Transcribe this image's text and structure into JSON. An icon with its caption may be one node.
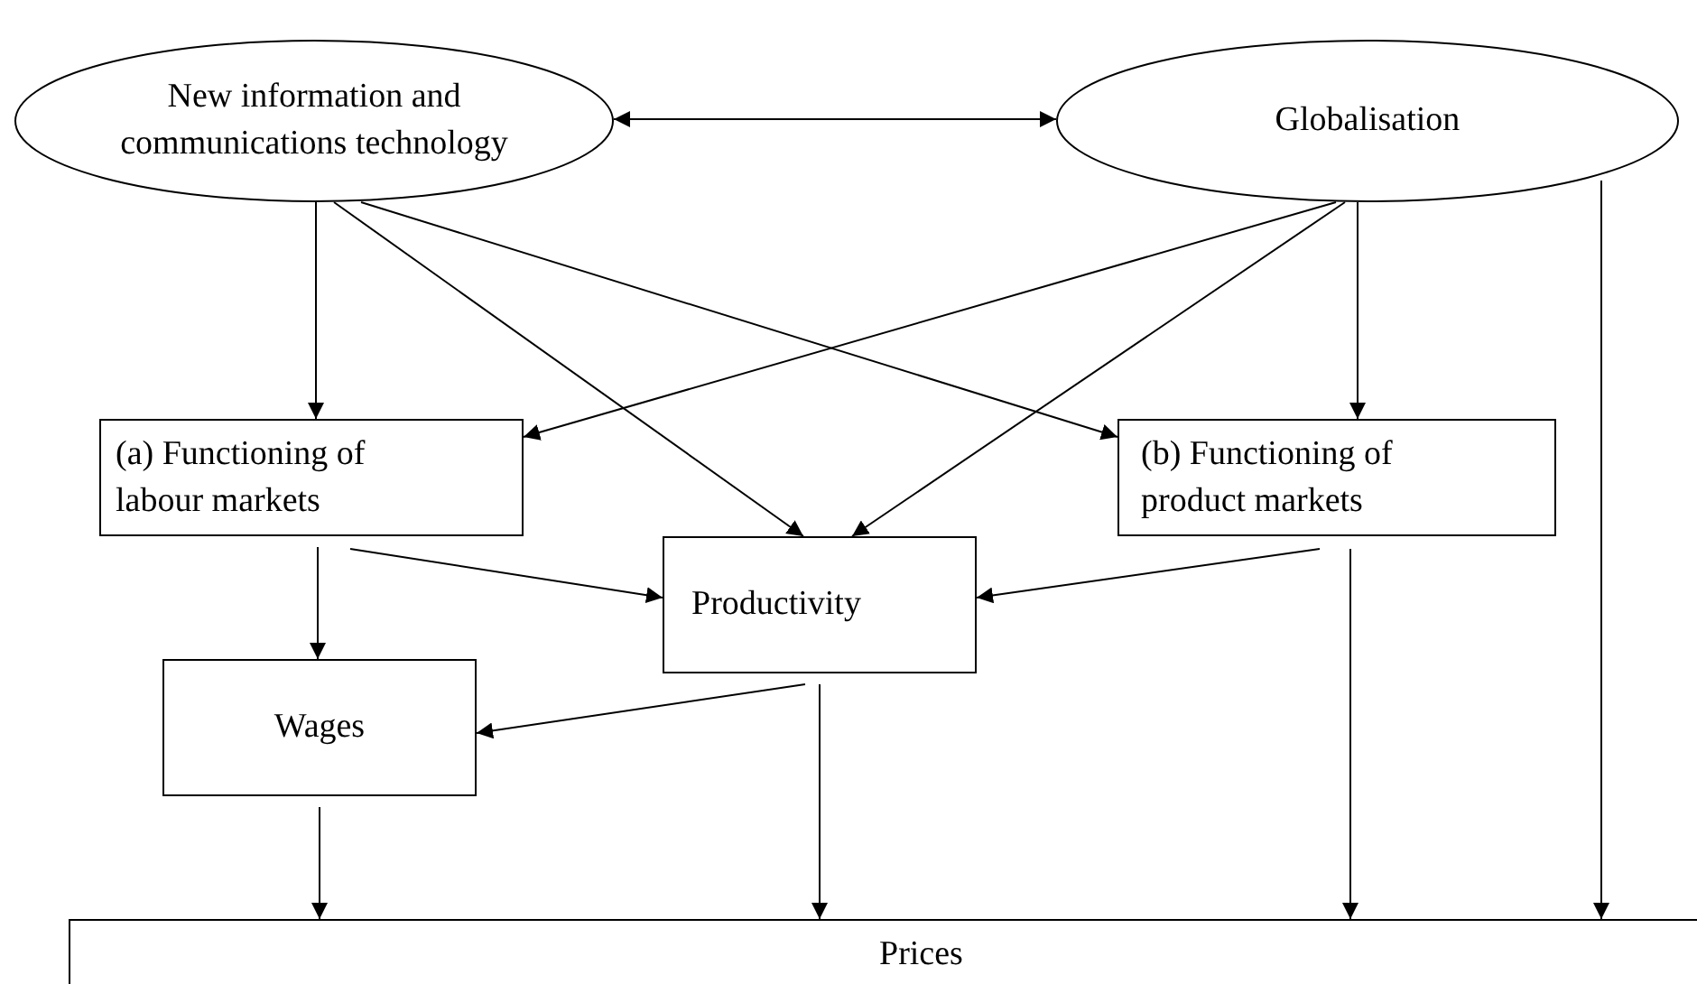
{
  "diagram": {
    "nodes": [
      {
        "text": [
          "New information and communications technology"
        ]
      },
      {
        "text": [
          "Globalisation"
        ]
      },
      {
        "text": [
          "(a) Functioning of labour markets"
        ]
      },
      {
        "text": [
          "(b) Functioning of product markets"
        ]
      },
      {
        "text": [
          "Productivity"
        ]
      },
      {
        "text": [
          "Wages"
        ]
      },
      {
        "text": [
          "Prices"
        ]
      }
    ],
    "edges": [
      {
        "from": 0,
        "to": 1,
        "arrow": "both"
      },
      {
        "from": 0,
        "to": 2,
        "arrow": "to"
      },
      {
        "from": 0,
        "to": 4,
        "arrow": "to"
      },
      {
        "from": 0,
        "to": 3,
        "arrow": "to"
      },
      {
        "from": 1,
        "to": 2,
        "arrow": "to"
      },
      {
        "from": 1,
        "to": 4,
        "arrow": "to"
      },
      {
        "from": 1,
        "to": 3,
        "arrow": "to"
      },
      {
        "from": 1,
        "to": 6,
        "arrow": "to"
      },
      {
        "from": 2,
        "to": 4,
        "arrow": "to"
      },
      {
        "from": 2,
        "to": 5,
        "arrow": "to"
      },
      {
        "from": 3,
        "to": 4,
        "arrow": "to"
      },
      {
        "from": 3,
        "to": 6,
        "arrow": "to"
      },
      {
        "from": 4,
        "to": 5,
        "arrow": "to"
      },
      {
        "from": 4,
        "to": 6,
        "arrow": "to"
      },
      {
        "from": 5,
        "to": 6,
        "arrow": "to"
      }
    ]
  }
}
